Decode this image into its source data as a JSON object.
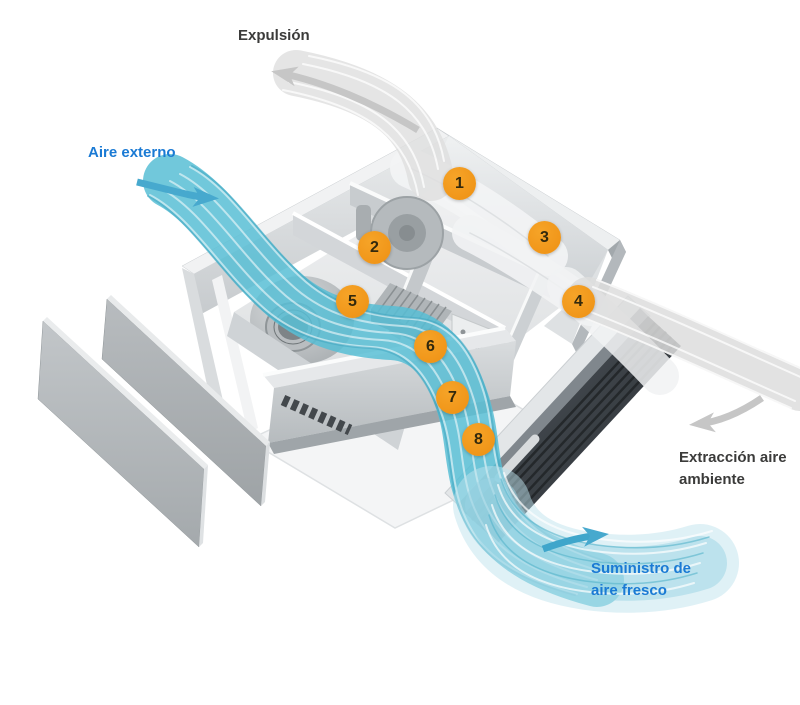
{
  "labels": {
    "expulsion": "Expulsión",
    "outside_air": "Aire externo",
    "extraction_line1": "Extracción aire",
    "extraction_line2": "ambiente",
    "supply_line1": "Suministro de",
    "supply_line2": "aire fresco"
  },
  "markers": [
    "1",
    "2",
    "3",
    "4",
    "5",
    "6",
    "7",
    "8"
  ],
  "colors": {
    "marker_orange": "#F0991E",
    "marker_number": "#33290D",
    "flow_teal": "#58BED5",
    "label_blue": "#1A7AD4",
    "label_dark": "#3B3B3A",
    "flow_gray": "#DFDFDF",
    "arrow_gray": "#C6C6C6",
    "arrow_blue": "#47A9CE",
    "grille_dark": "#3A4046",
    "metal_light": "#E9EBEC"
  },
  "icons": {
    "expulsion_arrow": "curved-arrow-up-left",
    "outside_air_arrow": "curved-arrow-down-right",
    "extraction_arrow": "curved-arrow-left",
    "supply_arrow": "curved-arrow-up-right"
  }
}
